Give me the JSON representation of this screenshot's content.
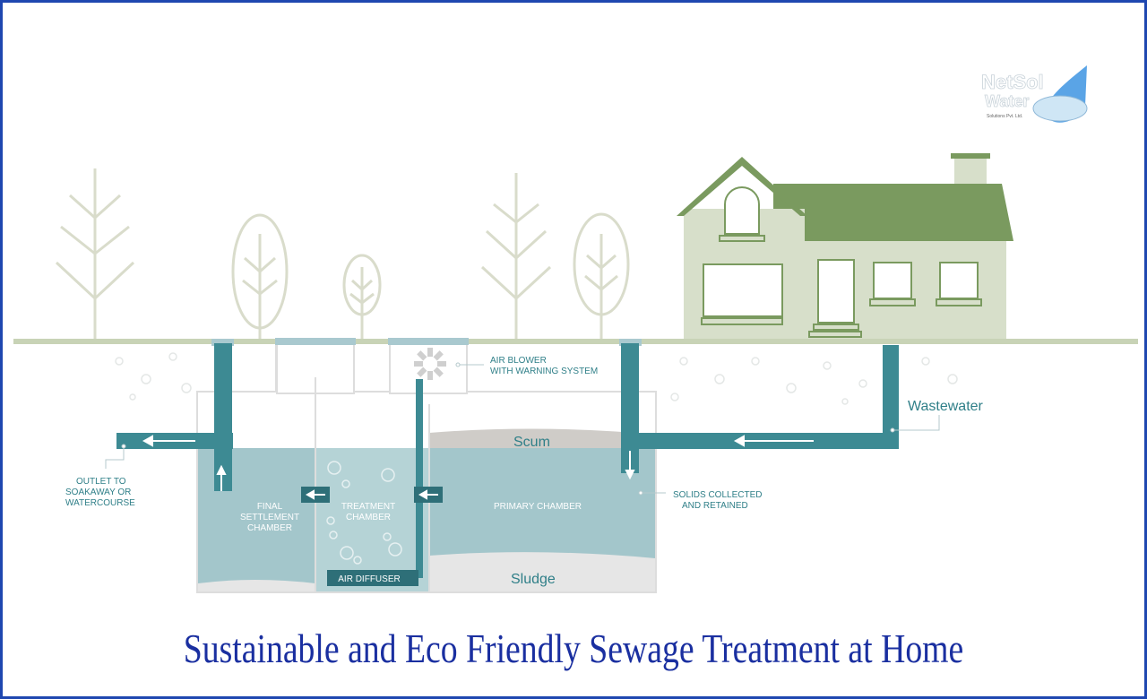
{
  "title": "Sustainable and Eco Friendly Sewage Treatment at Home",
  "logo": {
    "line1": "NetSol",
    "line2": "Water",
    "line3": "Solutions Pvt. Ltd."
  },
  "labels": {
    "air_blower_1": "AIR BLOWER",
    "air_blower_2": "WITH WARNING SYSTEM",
    "wastewater": "Wastewater",
    "scum": "Scum",
    "sludge": "Sludge",
    "outlet_1": "OUTLET TO",
    "outlet_2": "SOAKAWAY OR",
    "outlet_3": "WATERCOURSE",
    "final_1": "FINAL",
    "final_2": "SETTLEMENT",
    "final_3": "CHAMBER",
    "treat_1": "TREATMENT",
    "treat_2": "CHAMBER",
    "primary": "PRIMARY CHAMBER",
    "solids_1": "SOLIDS COLLECTED",
    "solids_2": "AND RETAINED",
    "air_diffuser": "AIR DIFFUSER"
  },
  "colors": {
    "pipe": "#3d8a93",
    "water": "#a3c6cb",
    "roof": "#7a9a5f",
    "wall": "#d7dfca",
    "title": "#1a2fa0",
    "frame": "#1f47b0"
  }
}
